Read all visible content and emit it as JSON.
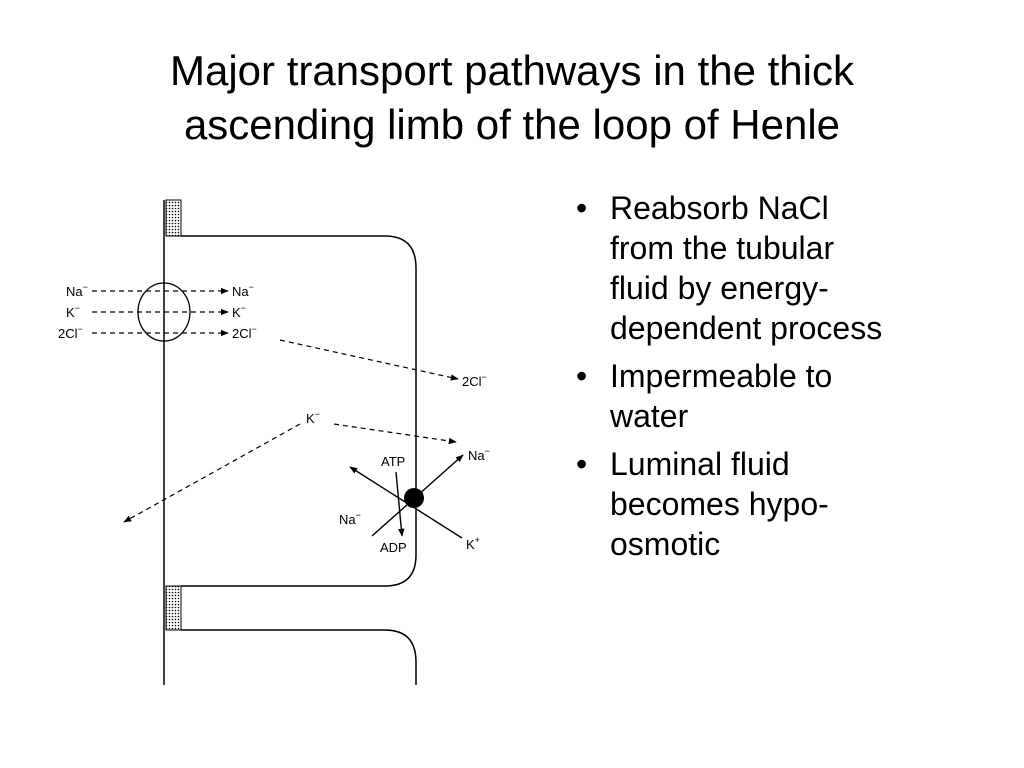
{
  "title": {
    "line1": "Major transport pathways in the thick",
    "line2": "ascending limb of the loop of Henle"
  },
  "diagram": {
    "na_left": "Na",
    "k_left": "K",
    "cl_left": "2Cl",
    "na_right": "Na",
    "k_right": "K",
    "cl_right": "2Cl",
    "cl_out": "2Cl",
    "k_leak": "K",
    "atp": "ATP",
    "na_pump_out": "Na",
    "na_pump_in": "Na",
    "adp": "ADP",
    "k_pump": "K",
    "sup_minus": "−",
    "sup_plus": "+"
  },
  "bullets": [
    {
      "marker": "•",
      "lines": [
        "Reabsorb NaCl",
        "from the tubular",
        "fluid by energy-",
        "dependent process"
      ]
    },
    {
      "marker": "•",
      "lines": [
        "Impermeable to",
        "water"
      ]
    },
    {
      "marker": "•",
      "lines": [
        "Luminal fluid",
        "becomes hypo-",
        "osmotic"
      ]
    }
  ]
}
